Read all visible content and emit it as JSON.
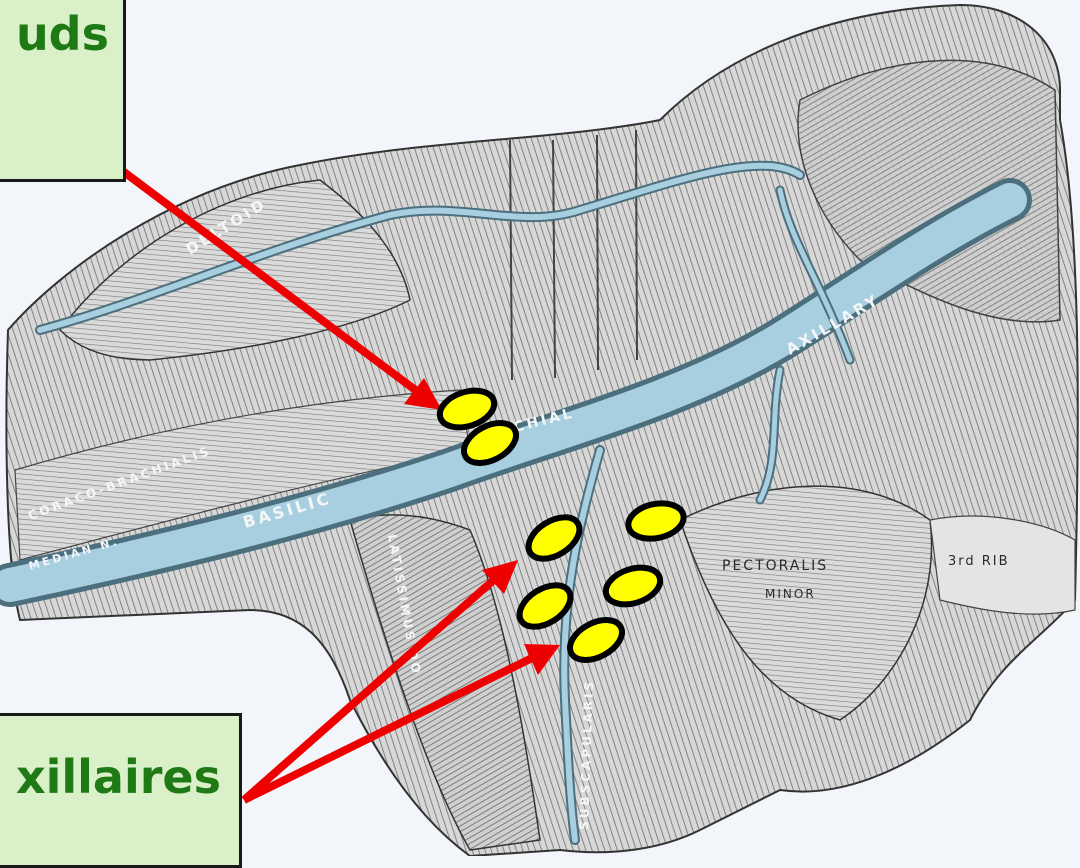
{
  "labels": {
    "top_box_text": "uds",
    "bottom_box_text": "xillaires"
  },
  "anatomy_labels": {
    "deltoid": "DELTOID",
    "axillary": "AXILLARY",
    "brachial": "CHIAL",
    "coraco": "CORACO-BRACHIALIS",
    "basilic": "BASILIC",
    "median": "MEDIAN N.",
    "latissimus": "LATISSIMUS DO",
    "subscap": "SUBSCAPULARIS",
    "pectoralis": "PECTORALIS",
    "minor": "MINOR",
    "rib": "3rd RIB"
  },
  "colors": {
    "arrow": "#ee0000",
    "node_fill": "#ffff00",
    "box_fill": "#d9f0c8",
    "box_text": "#1f7a16",
    "vein": "#9cc6d8"
  }
}
